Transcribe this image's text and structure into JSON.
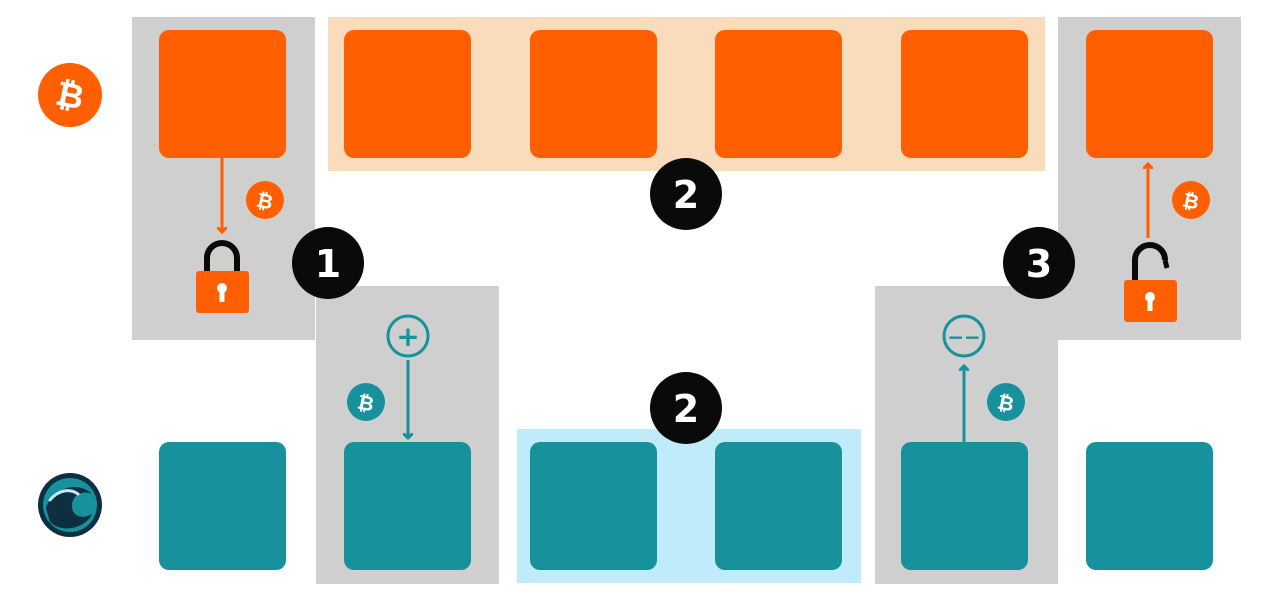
{
  "colors": {
    "btc_orange": "#FF5F00",
    "liquid_teal": "#17919C",
    "panel_gray": "#CFCFCF",
    "peach_band": "#F8DCBC",
    "sky_band": "#BFEBFA",
    "badge_black": "#0A0A0A",
    "white": "#FFFFFF"
  },
  "icons": {
    "bitcoin_logo": "bitcoin-logo-icon",
    "liquid_logo": "liquid-network-logo-icon",
    "btc_symbol": "bitcoin-symbol-icon",
    "lock_closed": "closed-padlock-icon",
    "lock_open": "open-padlock-icon",
    "peg_in": "plus-circle-icon",
    "peg_out": "minus-circle-icon",
    "arrow_down": "arrow-down-icon",
    "arrow_up": "arrow-up-icon"
  },
  "top_chain": {
    "blocks": 6
  },
  "bottom_chain": {
    "blocks": 6
  },
  "steps": {
    "lock": "1",
    "transfer_top": "2",
    "transfer_bottom": "2",
    "unlock": "3"
  },
  "glyphs": {
    "btc": "₿",
    "plus": "+",
    "minus": "−−"
  }
}
